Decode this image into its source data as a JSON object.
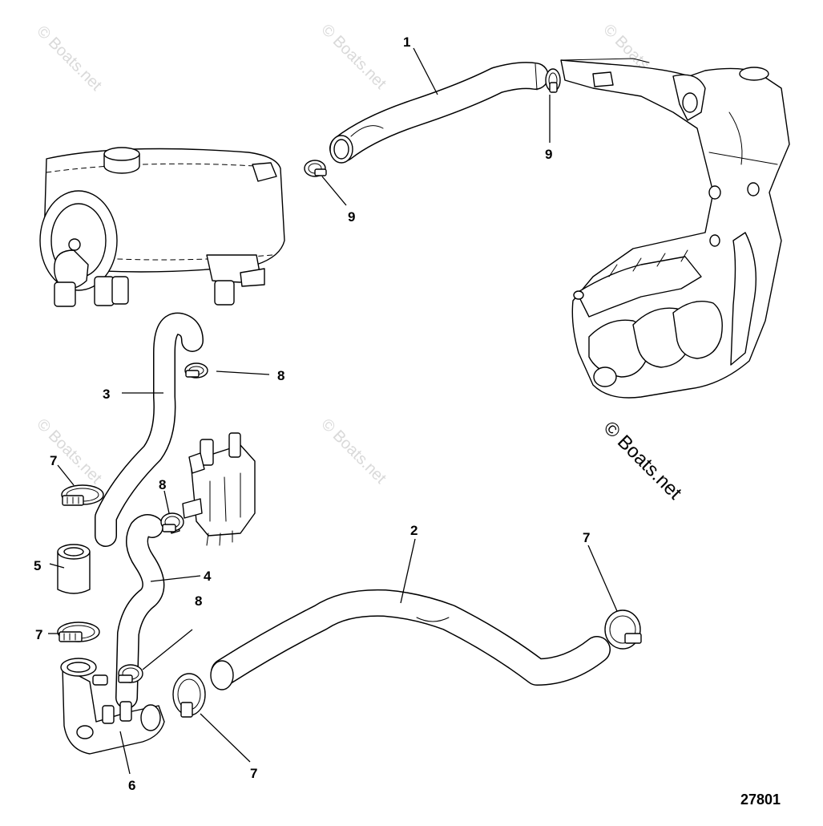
{
  "diagram": {
    "figure_number": "27801",
    "watermark": "© Boats.net",
    "callouts": [
      "1",
      "2",
      "3",
      "4",
      "5",
      "6",
      "7",
      "8",
      "9"
    ],
    "colors": {
      "ink": "#000000",
      "paper": "#ffffff",
      "watermark_faint": "#d9d9d9"
    }
  }
}
